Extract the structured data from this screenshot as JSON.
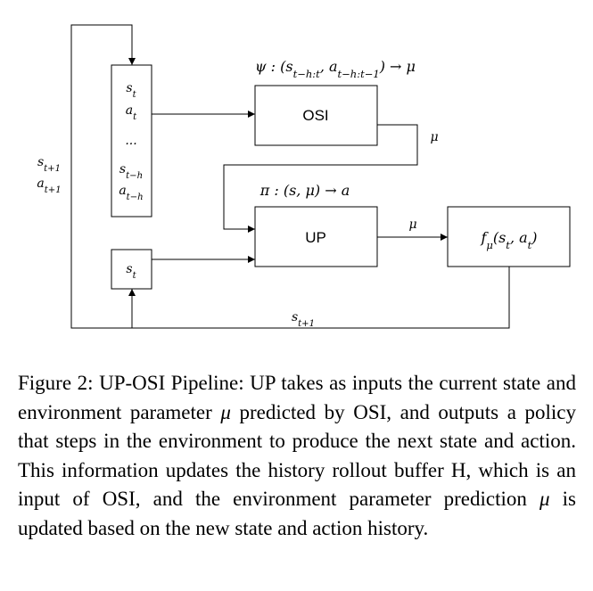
{
  "diagram": {
    "buffer": {
      "rows": [
        "s_t",
        "a_t",
        "...",
        "s_{t−h}",
        "a_{t−h}"
      ]
    },
    "state_box": {
      "label": "s_t"
    },
    "osi": {
      "label": "OSI",
      "formula": "ψ : (s_{t−h:t}, a_{t−h:t−1}) → μ"
    },
    "up": {
      "label": "UP",
      "formula": "π : (s, μ) → a"
    },
    "env": {
      "label": "f_μ(s_t, a_t)"
    },
    "edges": {
      "osi_to_up_mu": "μ",
      "up_to_env_mu": "μ",
      "env_to_state": "s_{t+1}",
      "feedback_state": "s_{t+1}",
      "feedback_action": "a_{t+1}"
    }
  },
  "caption": {
    "figure_label": "Figure 2:",
    "text_before_mu1": " UP-OSI Pipeline: UP takes as inputs the current state and environment parameter ",
    "mu1": "μ",
    "text_between": " predicted by OSI, and outputs a policy that steps in the environment to produce the next state and action.  This information updates the history rollout buffer H, which is an input of OSI, and the environment parameter prediction ",
    "mu2": "μ",
    "text_after_mu2": " is updated based on the new state and action history."
  }
}
